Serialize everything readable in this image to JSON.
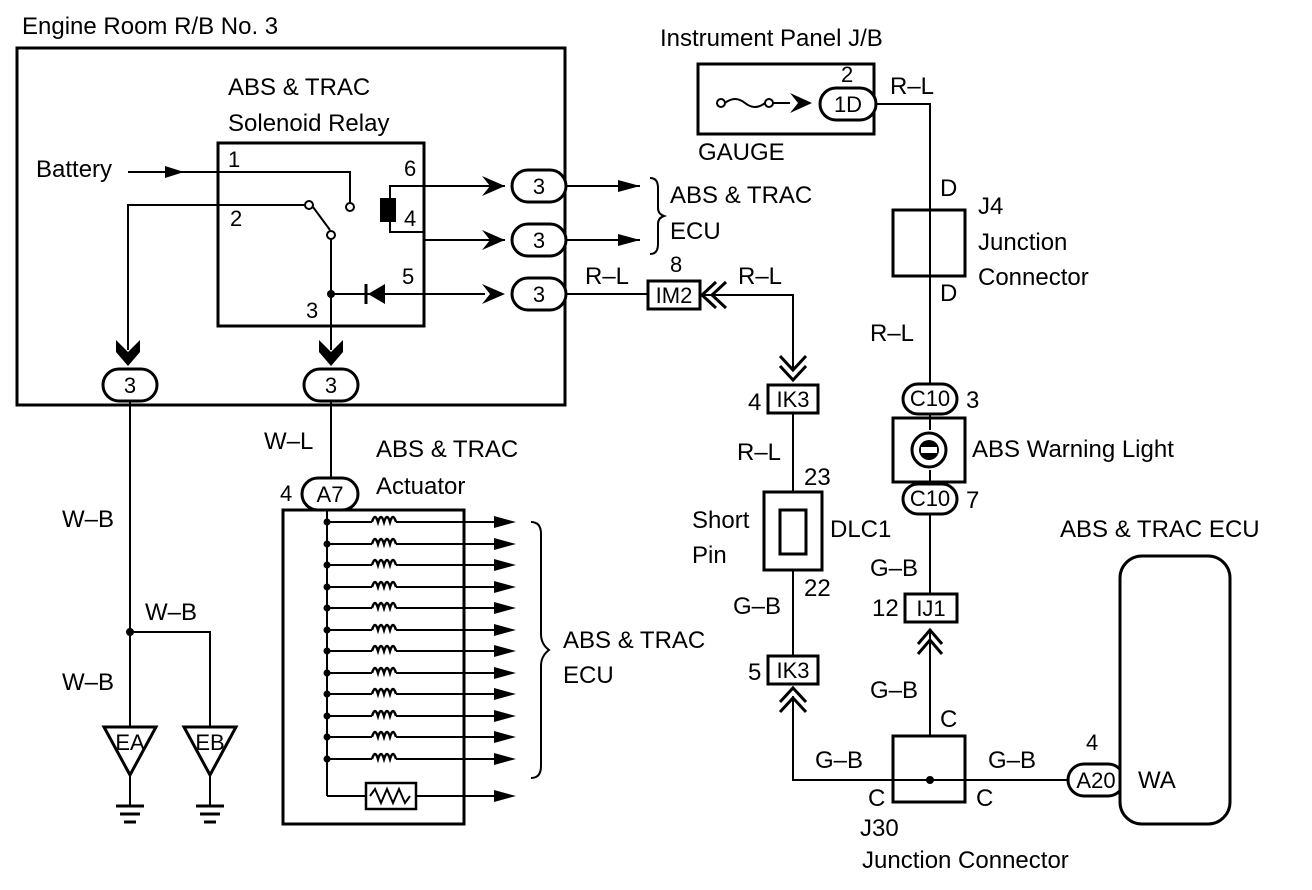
{
  "blocks": {
    "engine_room": "Engine Room R/B No. 3",
    "relay_line1": "ABS & TRAC",
    "relay_line2": "Solenoid Relay",
    "battery": "Battery",
    "instrument_panel": "Instrument Panel J/B",
    "gauge": "GAUGE",
    "ecu_top_line1": "ABS & TRAC",
    "ecu_top_line2": "ECU",
    "j4_id": "J4",
    "j4_line1": "Junction",
    "j4_line2": "Connector",
    "actuator_line1": "ABS & TRAC",
    "actuator_line2": "Actuator",
    "ecu_mid_line1": "ABS & TRAC",
    "ecu_mid_line2": "ECU",
    "short_pin_line1": "Short",
    "short_pin_line2": "Pin",
    "dlc1": "DLC1",
    "abs_warning_light": "ABS Warning Light",
    "ecu_right_title": "ABS & TRAC ECU",
    "wa": "WA",
    "j30_id": "J30",
    "j30_label": "Junction Connector"
  },
  "connectors": {
    "three": "3",
    "one_d": "1D",
    "im2": "IM2",
    "ik3": "IK3",
    "a7": "A7",
    "c10": "C10",
    "ij1": "IJ1",
    "a20": "A20",
    "ea": "EA",
    "eb": "EB"
  },
  "pins": {
    "relay_1": "1",
    "relay_2": "2",
    "relay_3": "3",
    "relay_4": "4",
    "relay_5": "5",
    "relay_6": "6",
    "gauge_2": "2",
    "im2_8": "8",
    "ik3_top_4": "4",
    "ik3_bottom_5": "5",
    "a7_4": "4",
    "c10_3": "3",
    "c10_7": "7",
    "dlc_23": "23",
    "dlc_22": "22",
    "ij1_12": "12",
    "a20_4": "4",
    "j4_d_top": "D",
    "j4_d_bottom": "D",
    "j30_c_top": "C",
    "j30_c_left": "C",
    "j30_c_right": "C"
  },
  "wires": {
    "rl_gauge": "R–L",
    "rl_im2_left": "R–L",
    "rl_im2_right": "R–L",
    "rl_j4": "R–L",
    "rl_ik3": "R–L",
    "wl": "W–L",
    "wb_1": "W–B",
    "wb_2": "W–B",
    "wb_3": "W–B",
    "gb_dlc": "G–B",
    "gb_light": "G–B",
    "gb_ij1": "G–B",
    "gb_j30_left": "G–B",
    "gb_j30_right": "G–B"
  }
}
